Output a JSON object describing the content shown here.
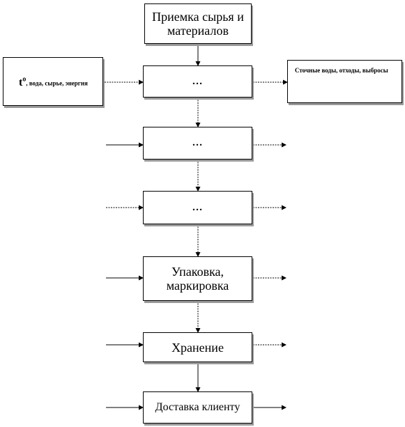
{
  "diagram": {
    "steps": {
      "receiving": "Приемка сырья и материалов",
      "step1": "…",
      "step2": "…",
      "step3": "…",
      "packing": "Упаковка, маркировка",
      "storage": "Хранение",
      "delivery": "Доставка клиенту"
    },
    "inputs": {
      "temp_symbol": "t",
      "degree_symbol": "o",
      "text": ", вода, сырье, энергия"
    },
    "outputs": {
      "text": "Сточные воды, отходы, выбросы"
    },
    "colors": {
      "line": "#000000",
      "shadow": "#9a9a9a"
    }
  }
}
